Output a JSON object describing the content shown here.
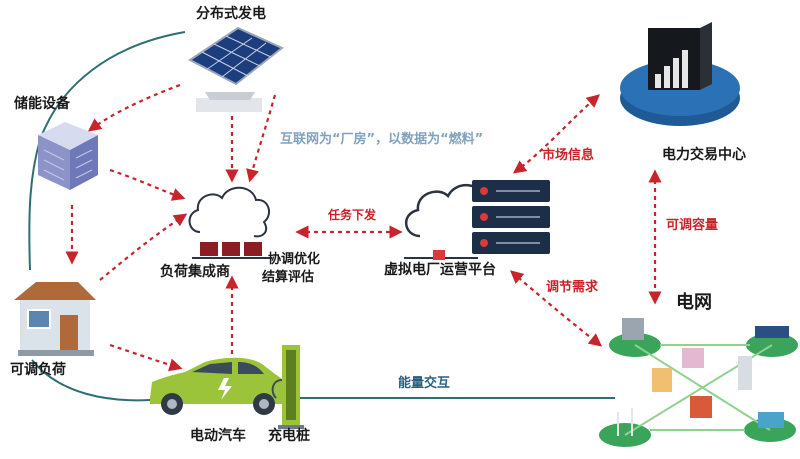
{
  "labels": {
    "distributed_generation": "分布式发电",
    "energy_storage": "储能设备",
    "adjustable_load": "可调负荷",
    "electric_vehicle": "电动汽车",
    "charging_pile": "充电桩",
    "load_aggregator": "负荷集成商",
    "coordination_line1": "协调优化",
    "coordination_line2": "结算评估",
    "slogan": "互联网为“厂房”，以数据为“燃料”",
    "task_dispatch": "任务下发",
    "vpp_platform": "虚拟电厂运营平台",
    "market_info": "市场信息",
    "trading_center": "电力交易中心",
    "adjustable_capacity": "可调容量",
    "regulation_demand": "调节需求",
    "power_grid": "电网",
    "energy_interaction": "能量交互"
  },
  "colors": {
    "arc_line": "#2d6f73",
    "dashed_arrow": "#c8242b",
    "platform_dark": "#1c2e48",
    "trading_blue": "#1f5a96",
    "ev_green": "#9cc43a"
  },
  "icons": [
    "solar-panel-icon",
    "storage-server-icon",
    "house-icon",
    "electric-car-icon",
    "charging-pile-icon",
    "cloud-server-icon",
    "server-stack-icon",
    "trading-center-icon",
    "grid-city-icon"
  ]
}
